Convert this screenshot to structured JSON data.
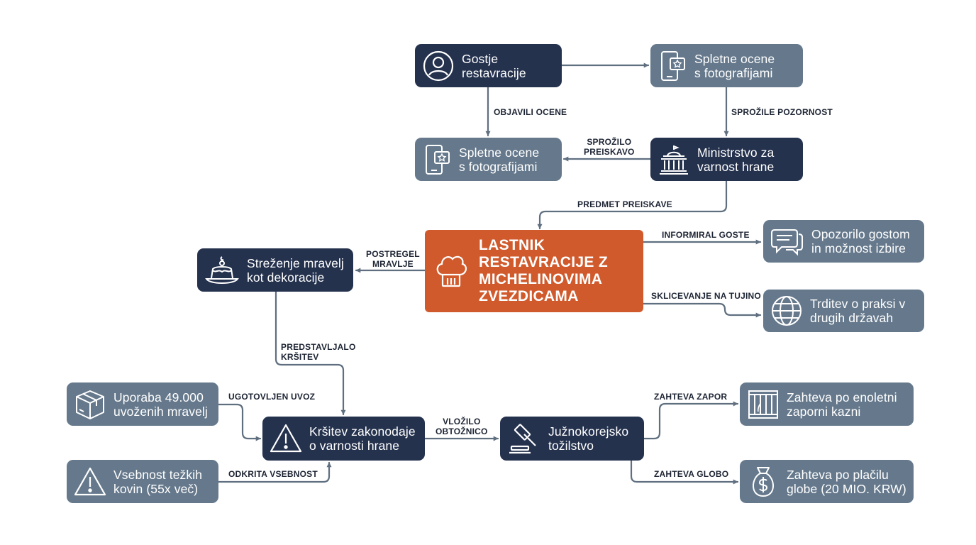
{
  "nodes": {
    "gostje": "Gostje\nrestavracije",
    "spletne_top": "Spletne ocene\ns fotografijami",
    "spletne_left": "Spletne ocene\ns fotografijami",
    "ministrstvo": "Ministrstvo za\nvarnost hrane",
    "lastnik": "LASTNIK\nRESTAVRACIJE Z\nMICHELINOVIMA\nZVEZDICAMA",
    "strezenje": "Streženje mravelj\nkot dekoracije",
    "opozorilo": "Opozorilo gostom\nin možnost izbire",
    "trditev": "Trditev o praksi v\ndrugih državah",
    "uporaba": "Uporaba 49.000\nuvoženih mravelj",
    "vsebnost": "Vsebnost težkih\nkovin (55x več)",
    "krsitev": "Kršitev zakonodaje\no varnosti hrane",
    "tozilstvo": "Južnokorejsko\ntožilstvo",
    "zapor": "Zahteva po enoletni\nzaporni kazni",
    "globa": "Zahteva po plačilu\nglobe (20 MIO. KRW)"
  },
  "edges": {
    "objavili": "OBJAVILI OCENE",
    "sprozile": "SPROŽILE POZORNOST",
    "sprozilo": "SPROŽILO\nPREISKAVO",
    "predmet": "PREDMET PREISKAVE",
    "informiral": "INFORMIRAL GOSTE",
    "sklicevanje": "SKLICEVANJE NA TUJINO",
    "postregel": "POSTREGEL\nMRAVLJE",
    "predstavljalo": "PREDSTAVLJALO\nKRŠITEV",
    "ugotovljen": "UGOTOVLJEN UVOZ",
    "odkrita": "ODKRITA VSEBNOST",
    "vlozilo": "VLOŽILO\nOBTOŽNICO",
    "zahteva_zapor": "ZAHTEVA ZAPOR",
    "zahteva_globo": "ZAHTEVA GLOBO"
  },
  "icons": {
    "gostje": "user-icon",
    "spletne_top": "phone-review-icon",
    "spletne_left": "phone-review-icon",
    "ministrstvo": "government-building-icon",
    "lastnik": "chef-hat-icon",
    "strezenje": "dessert-icon",
    "opozorilo": "speech-bubble-icon",
    "trditev": "globe-icon",
    "uporaba": "package-icon",
    "vsebnost": "warning-icon",
    "krsitev": "warning-icon",
    "tozilstvo": "gavel-icon",
    "zapor": "jail-bars-icon",
    "globa": "money-bag-icon"
  },
  "colors": {
    "dark_node": "#25324e",
    "gray_node": "#66798c",
    "center_node": "#d05a2c",
    "connector": "#5f6f80"
  }
}
